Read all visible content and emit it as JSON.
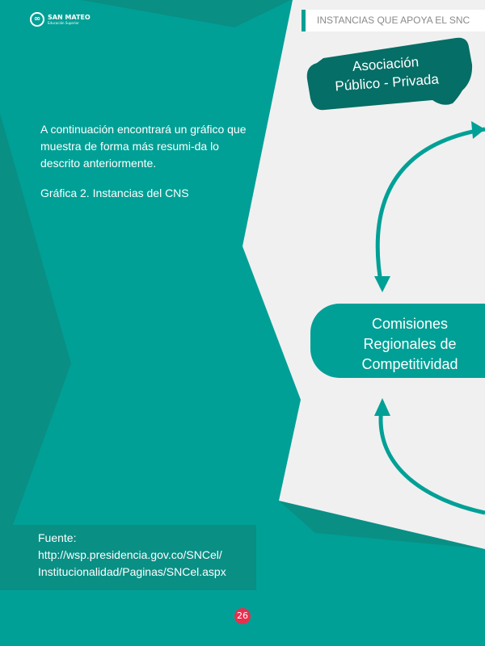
{
  "logo": {
    "name": "SAN MATEO",
    "subtitle": "Educación Superior"
  },
  "header": {
    "section_title": "INSTANCIAS QUE APOYA EL SNC"
  },
  "intro": {
    "text": "A continuación encontrará un gráfico que muestra de forma más resumi-da lo descrito anteriormente.",
    "caption": "Gráfica 2. Instancias del CNS"
  },
  "source": {
    "label": "Fuente:",
    "line1": "http://wsp.presidencia.gov.co/SNCel/",
    "line2": "Institucionalidad/Paginas/SNCel.aspx"
  },
  "diagram": {
    "node1_line1": "Asociación",
    "node1_line2": "Público - Privada",
    "node2_line1": "Comisiones",
    "node2_line2": "Regionales de",
    "node2_line3": "Competitividad"
  },
  "page_number": "26",
  "colors": {
    "teal": "#00a096",
    "dark_teal": "#056e66",
    "light": "#f0f0f0",
    "accent": "#e8304e"
  }
}
